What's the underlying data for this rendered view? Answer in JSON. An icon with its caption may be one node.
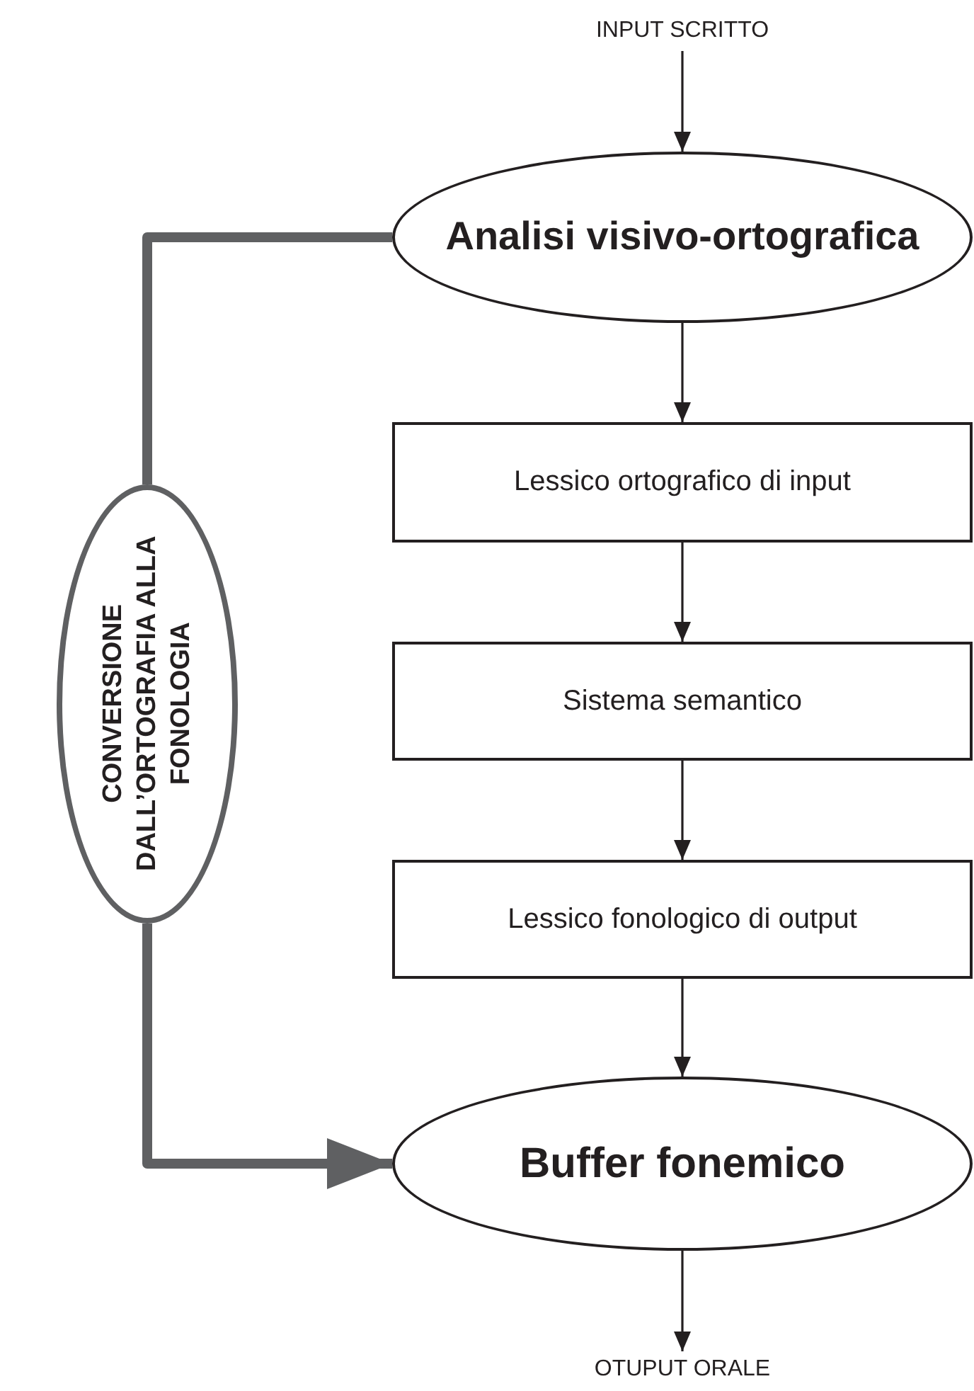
{
  "diagram": {
    "nodes": [
      {
        "text": [
          "INPUT SCRITTO"
        ]
      },
      {
        "text": [
          "Analisi visivo-ortografica"
        ]
      },
      {
        "text": [
          "Lessico ortografico di input"
        ]
      },
      {
        "text": [
          "Sistema semantico"
        ]
      },
      {
        "text": [
          "Lessico fonologico di output"
        ]
      },
      {
        "text": [
          "Buffer fonemico"
        ]
      },
      {
        "text": [
          "OTUPUT ORALE"
        ]
      },
      {
        "text": [
          "CONVERSIONE DALL’ORTOGRAFIA ALLA FONOLOGIA"
        ]
      }
    ],
    "edges": [
      {
        "from": 0,
        "to": 1,
        "arrow": "to"
      },
      {
        "from": 1,
        "to": 2,
        "arrow": "to"
      },
      {
        "from": 2,
        "to": 3,
        "arrow": "to"
      },
      {
        "from": 3,
        "to": 4,
        "arrow": "to"
      },
      {
        "from": 4,
        "to": 5,
        "arrow": "to"
      },
      {
        "from": 5,
        "to": 6,
        "arrow": "to"
      },
      {
        "from": 1,
        "to": 7,
        "arrow": "none",
        "style": "thick",
        "color": "#5f6062"
      },
      {
        "from": 7,
        "to": 5,
        "arrow": "to",
        "style": "thick",
        "color": "#5f6062"
      }
    ]
  }
}
